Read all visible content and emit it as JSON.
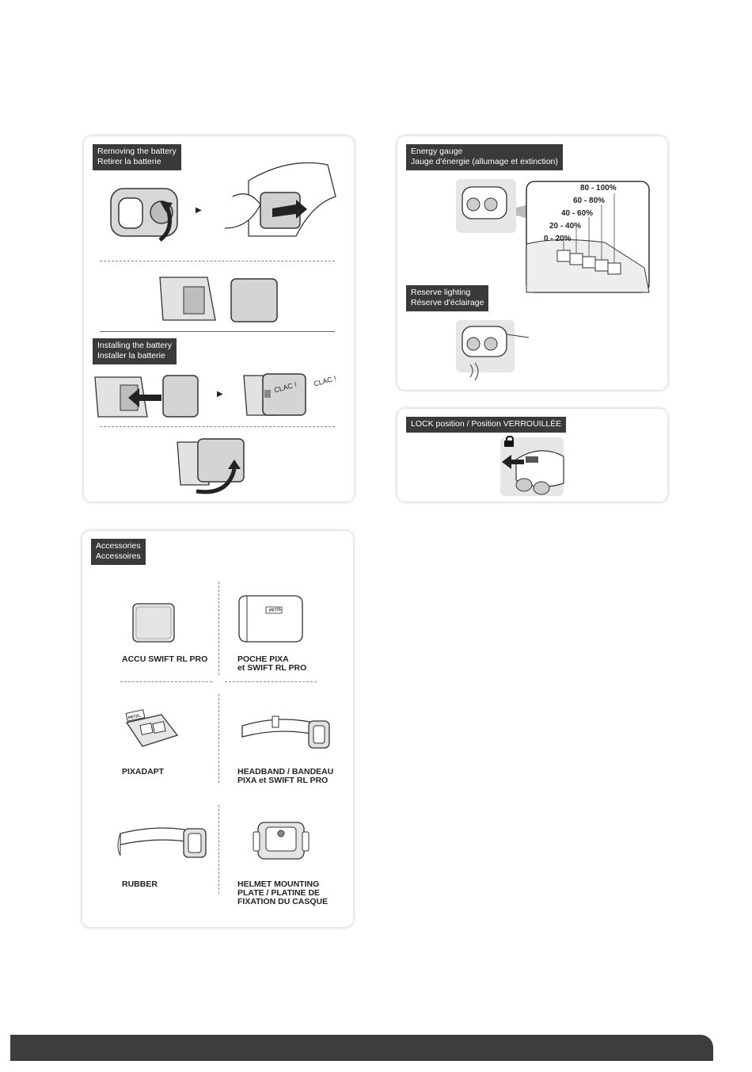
{
  "removing": {
    "line1": "Removing the battery",
    "line2": "Retirer la batterie"
  },
  "installing": {
    "line1": "Installing the battery",
    "line2": "Installer la batterie"
  },
  "clac1": "CLAC !",
  "clac2": "CLAC !",
  "energy": {
    "line1": "Energy gauge",
    "line2": "Jauge d'énergie (allumage et extinction)"
  },
  "levels": [
    "80 - 100%",
    "60 - 80%",
    "40 - 60%",
    "20 - 40%",
    "0 - 20%"
  ],
  "reserve": {
    "line1": "Reserve lighting",
    "line2": "Réserve d'éclairage"
  },
  "lock": {
    "label": "LOCK position / Position VERROUILLÉE"
  },
  "accessories": {
    "line1": "Accessories",
    "line2": "Accessoires",
    "items": [
      {
        "l1": "ACCU SWIFT RL PRO",
        "l2": "",
        "l3": ""
      },
      {
        "l1": "POCHE PIXA",
        "l2": "et SWIFT RL PRO",
        "l3": ""
      },
      {
        "l1": "PIXADAPT",
        "l2": "",
        "l3": ""
      },
      {
        "l1": "HEADBAND / BANDEAU",
        "l2": "PIXA et SWIFT RL PRO",
        "l3": ""
      },
      {
        "l1": "RUBBER",
        "l2": "",
        "l3": ""
      },
      {
        "l1": "HELMET MOUNTING",
        "l2": "PLATE / PLATINE DE",
        "l3": "FIXATION DU CASQUE"
      }
    ]
  },
  "pouch_logo": "PETZL",
  "pixadapt_logo": "PETZL"
}
